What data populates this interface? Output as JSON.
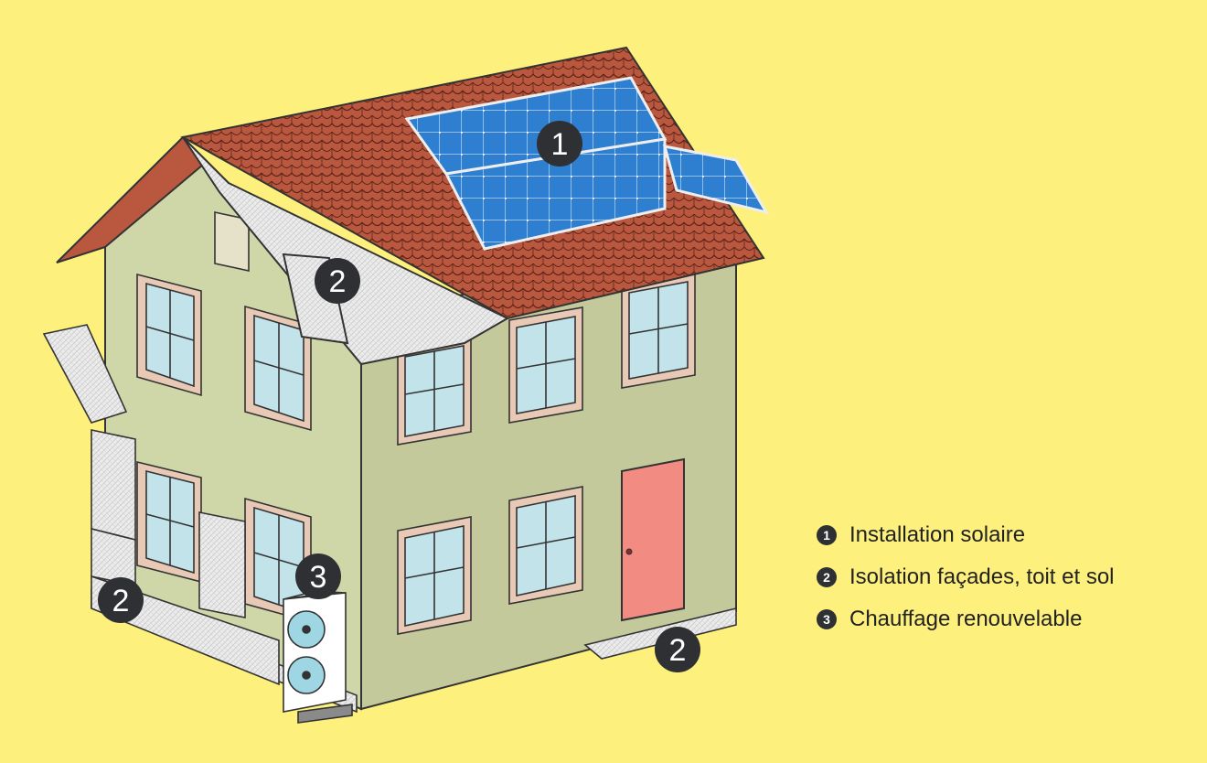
{
  "colors": {
    "background": "#fdf07c",
    "wall_front": "#c3c99b",
    "wall_side": "#cfd6a8",
    "roof": "#b9573f",
    "solar": "#2f7fd1",
    "door": "#f28b82",
    "insulation": "#ececec",
    "badge": "#2f3033"
  },
  "badges": {
    "solar": "1",
    "roof_insulation": "2",
    "wall_insulation": "2",
    "floor_insulation": "2",
    "heat_pump": "3"
  },
  "legend": [
    {
      "number": "1",
      "label": "Installation solaire"
    },
    {
      "number": "2",
      "label": "Isolation façades, toit et sol"
    },
    {
      "number": "3",
      "label": "Chauffage renouvelable"
    }
  ]
}
